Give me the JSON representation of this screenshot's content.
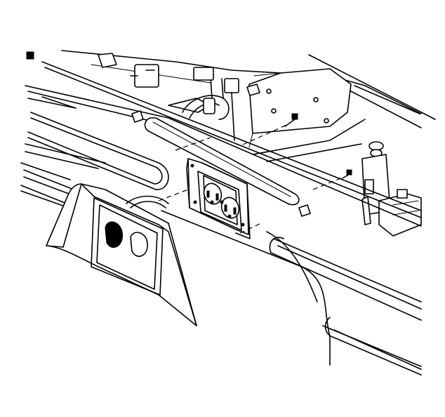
{
  "diagram": {
    "colors": {
      "ink": "#000000",
      "paper": "#ffffff"
    },
    "parts": [
      "bezel",
      "duplex-receptacle",
      "mounting-bracket",
      "screw"
    ]
  }
}
